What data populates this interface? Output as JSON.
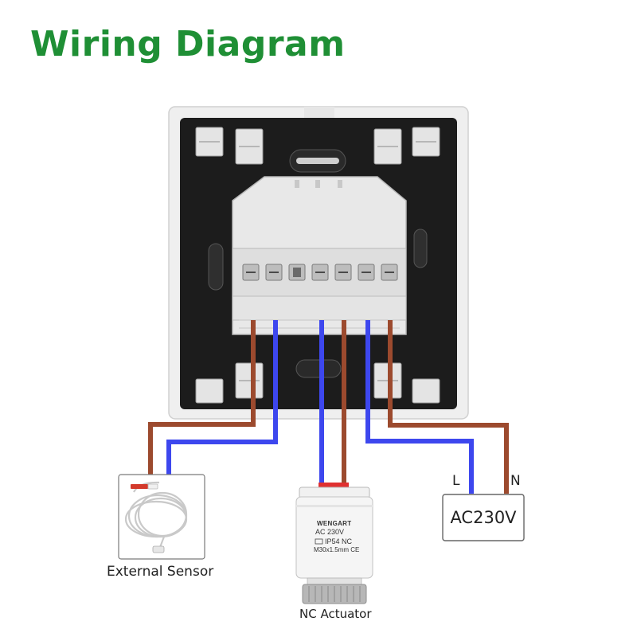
{
  "title": "Wiring Diagram",
  "labels": {
    "external_sensor": "External Sensor",
    "nc_actuator": "NC Actuator",
    "live": "L",
    "neutral": "N",
    "power_supply": "AC230V"
  },
  "actuator_print": {
    "brand": "WENGART",
    "line1": "AC 230V",
    "line2": "IP54 NC",
    "line3": "M30x1.5mm CE"
  },
  "colors": {
    "title": "#1f8f35",
    "wire_brown": "#9c4a2e",
    "wire_blue": "#3d47ee",
    "frame_white": "#f1f1f1",
    "back_black": "#1c1c1c",
    "actuator_red": "#e03030"
  }
}
